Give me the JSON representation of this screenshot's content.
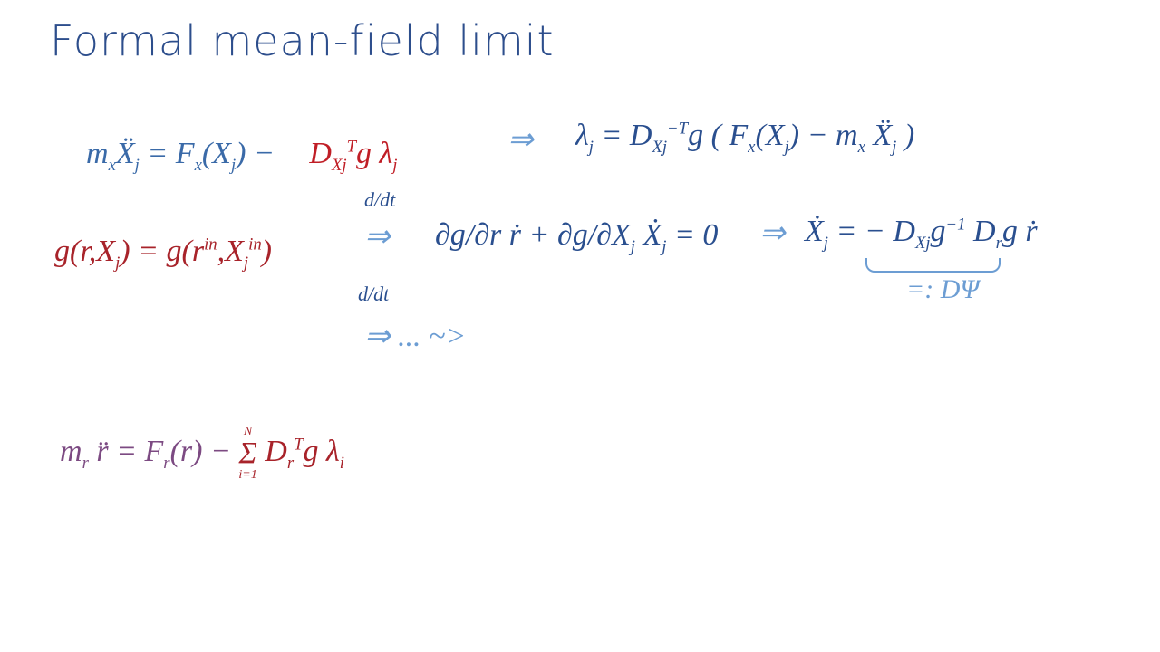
{
  "title": "Formal mean-field limit",
  "eq1": {
    "lhs": "m",
    "lhs_sub": "x",
    "X": "Ẍ",
    "j": "j",
    "eqF": " = F",
    "F_sub": "x",
    "arg": "(X",
    "arg_sub": "j",
    "close": ") −",
    "D": "D",
    "D_sub": "X",
    "D_subsub": "j",
    "D_sup": "T",
    "g_lam": "g λ",
    "lam_sub": "j"
  },
  "implies": "⇒",
  "eq1b": {
    "lam": "λ",
    "lam_sub": "j",
    "eq": " = D",
    "D_sub": "Xj",
    "D_sup": "−T",
    "rest": "g ( F",
    "F_sub": "x",
    "mid": "(X",
    "mid_sub": "j",
    "end": ") − m",
    "m_sub": "x",
    "Xdd": " Ẍ",
    "Xdd_sub": "j",
    "close": " )"
  },
  "eq2": {
    "text": "g(r,X",
    "sub": "j",
    "mid": ") =  g(r",
    "sup1": "in",
    "mid2": ",X",
    "sub2": "j",
    "sup2": "in",
    "close": ")"
  },
  "ddt": "d/dt",
  "eq2b": {
    "text": "∂g/∂r ṙ + ∂g/∂X",
    "sub": "j",
    "rest": " Ẋ",
    "sub2": "j",
    "end": " = 0"
  },
  "eq2c": {
    "text": "Ẋ",
    "sub": "j",
    "mid": " = − D",
    "D_sub": "Xj",
    "g": "g",
    "sup": "−1",
    "Dr": " D",
    "Dr_sub": "r",
    "end": "g  ṙ"
  },
  "brace_label": "=: DΨ",
  "ddt2": "d/dt",
  "dots_line": "⇒     ...   ~>",
  "eq3": {
    "m": "m",
    "m_sub": "r",
    "rest": " r̈ = F",
    "F_sub": "r",
    "arg": "(r) −",
    "sum": "Σ",
    "sum_top": "N",
    "sum_bot": "i=1",
    "D": "D",
    "D_sub": "r",
    "D_sup": "T",
    "g_lam": "g λ",
    "lam_sub": "i"
  }
}
